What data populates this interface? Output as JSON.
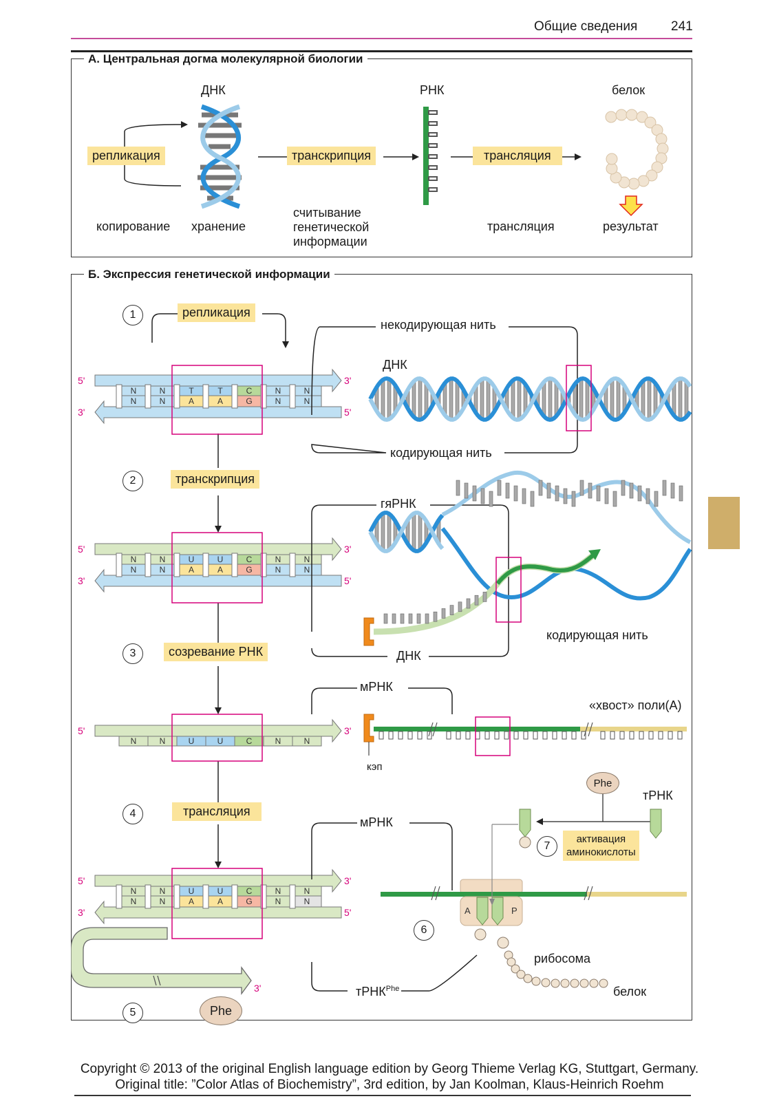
{
  "header": {
    "title": "Общие сведения",
    "page": "241"
  },
  "sectionA": {
    "title": "А. Центральная догма молекулярной биологии",
    "dna": "ДНК",
    "rna": "РНК",
    "protein": "белок",
    "replication": "репликация",
    "transcription": "транскрипция",
    "translation": "трансляция",
    "copying": "копирование",
    "storage": "хранение",
    "reading_1": "считывание",
    "reading_2": "генетической",
    "reading_3": "информации",
    "translation_lower": "трансляция",
    "result": "результат"
  },
  "sectionB": {
    "title": "Б. Экспрессия генетической информации",
    "step1": {
      "num": "1",
      "label": "репликация"
    },
    "step2": {
      "num": "2",
      "label": "транскрипция"
    },
    "step3": {
      "num": "3",
      "label": "созревание РНК"
    },
    "step4": {
      "num": "4",
      "label": "трансляция"
    },
    "step5": {
      "num": "5"
    },
    "step6": {
      "num": "6"
    },
    "step7": {
      "num": "7",
      "label_1": "активация",
      "label_2": "аминокислоты"
    },
    "noncoding_strand": "некодирующая нить",
    "coding_strand": "кодирующая нить",
    "dna": "ДНК",
    "hnrna": "гяРНК",
    "mrna": "мРНК",
    "polyA": "«хвост» поли(А)",
    "cap": "кэп",
    "trna": "тРНК",
    "trna_phe": "тРНК",
    "phe_sup": "Phe",
    "phe": "Phe",
    "ribosome": "рибосома",
    "protein": "белок",
    "site_A": "A",
    "site_P": "P",
    "five_prime": "5'",
    "three_prime": "3'",
    "N": "N",
    "row1_top": [
      "T",
      "T",
      "C"
    ],
    "row1_bot": [
      "A",
      "A",
      "G"
    ],
    "row2_top": [
      "U",
      "U",
      "C"
    ],
    "row2_bot": [
      "A",
      "A",
      "G"
    ],
    "row3_top": [
      "U",
      "U",
      "C"
    ],
    "row4_top": [
      "U",
      "U",
      "C"
    ],
    "row4_bot": [
      "A",
      "A",
      "G"
    ]
  },
  "footer": {
    "line1": "Copyright © 2013 of the original English language edition by Georg Thieme Verlag KG, Stuttgart, Germany.",
    "line2": "Original title: ”Color Atlas of Biochemistry”, 3rd edition, by Jan Koolman, Klaus-Heinrich Roehm"
  },
  "colors": {
    "dna_blue": "#bfe0f3",
    "rna_green": "#d9e8c4",
    "magenta": "#d6007a",
    "yellow_label": "#fbe49b",
    "side_tab": "#cfae6a"
  }
}
